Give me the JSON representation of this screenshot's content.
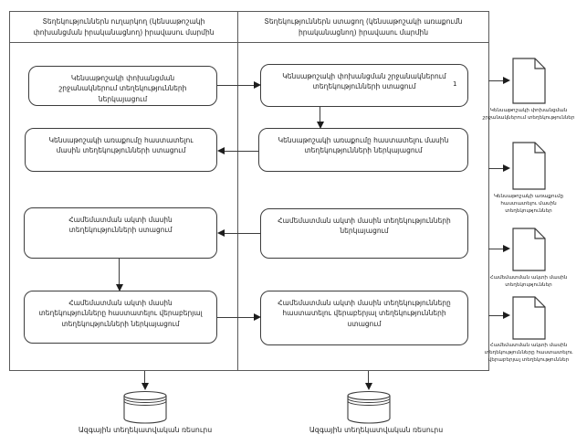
{
  "lanes": {
    "left": {
      "title": "Տեղեկություններն ուղարկող (կենսաթոշակի փոխանցման իրականացնող) իրավասու մարմին"
    },
    "right": {
      "title": "Տեղեկություններն ստացող (կենսաթոշակի առաքումն իրականացնող) իրավասու մարմին"
    }
  },
  "boxes": {
    "l1": "Կենսաթոշակի փոխանցման շրջանակներում տեղեկությունների ներկայացում",
    "r1": "Կենսաթոշակի փոխանցման շրջանակներում տեղեկությունների ստացում",
    "l2": "Կենսաթոշակի առաքումը հաստատելու մասին տեղեկությունների ստացում",
    "r2": "Կենսաթոշակի առաքումը հաստատելու մասին տեղեկությունների ներկայացում",
    "l3": "Համեմատման ակտի մասին տեղեկությունների ստացում",
    "r3": "Համեմատման ակտի մասին տեղեկությունների ներկայացում",
    "l4": "Համեմատման ակտի մասին տեղեկությունները հաստատելու վերաբերյալ տեղեկությունների ներկայացում",
    "r4": "Համեմատման ակտի մասին տեղեկությունները հաստատելու վերաբերյալ տեղեկությունների ստացում"
  },
  "footnote": "1",
  "documents": [
    "Կենսաթոշակի փոխանցման շրջանակներում տեղեկություններ",
    "Կենսաթոշակի առաքումը հաստատելու մասին տեղեկություններ",
    "Համեմատման ակտի մասին տեղեկություններ",
    "Համեմատման ակտի մասին տեղեկությունները հաստատելու վերաբերյալ տեղեկություններ"
  ],
  "databases": [
    {
      "label": "Ազգային տեղեկատվական ռեսուրս"
    },
    {
      "label": "Ազգային տեղեկատվական ռեսուրս"
    }
  ],
  "colors": {
    "background": "#ffffff",
    "line": "#3c3c3c",
    "lane_border": "#5a5a5a",
    "text": "#1f1f1f"
  }
}
